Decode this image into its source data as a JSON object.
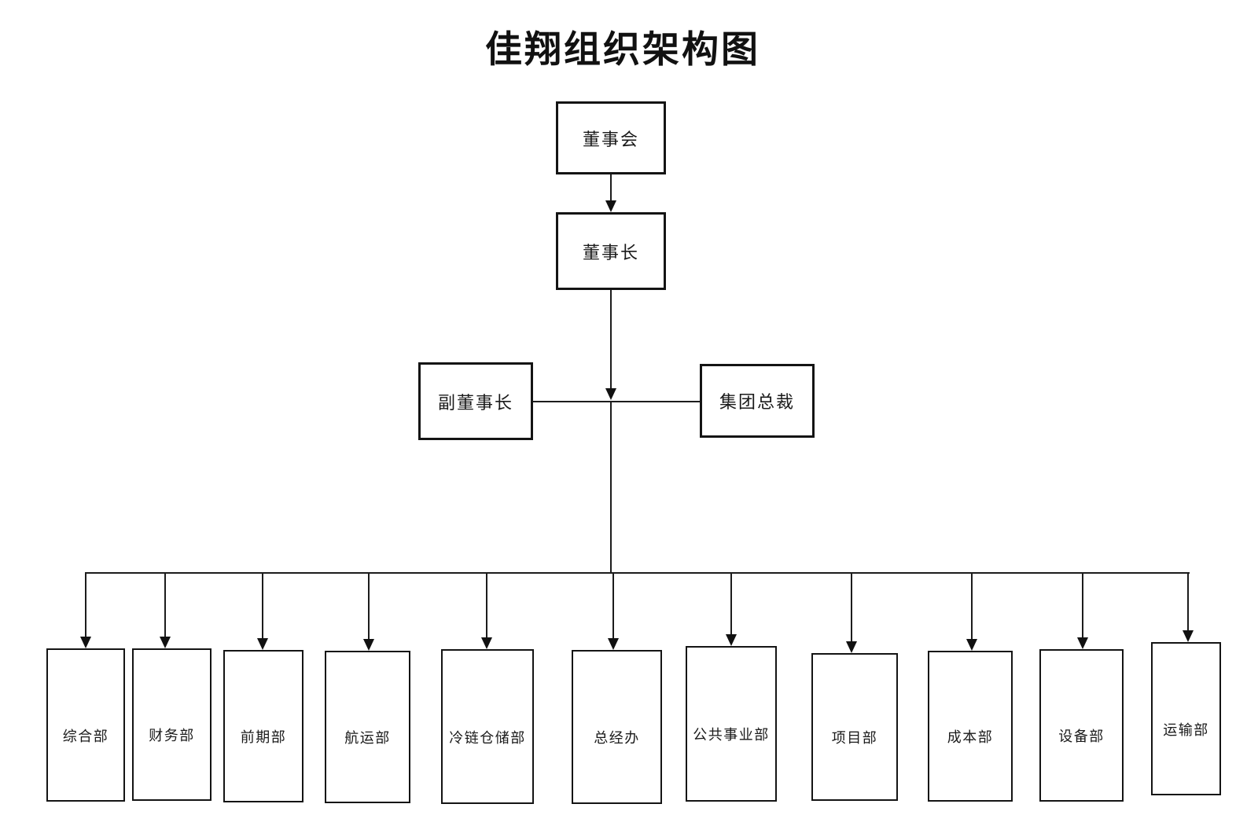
{
  "title": "佳翔组织架构图",
  "org": {
    "board": "董事会",
    "chairman": "董事长",
    "vice_chairman": "副董事长",
    "group_president": "集团总裁"
  },
  "departments": [
    {
      "label": "综合部"
    },
    {
      "label": "财务部"
    },
    {
      "label": "前期部"
    },
    {
      "label": "航运部"
    },
    {
      "label": "冷链仓储部"
    },
    {
      "label": "总经办"
    },
    {
      "label": "公共事业部"
    },
    {
      "label": "项目部"
    },
    {
      "label": "成本部"
    },
    {
      "label": "设备部"
    },
    {
      "label": "运输部"
    }
  ],
  "colors": {
    "line": "#1c1c1c",
    "border": "#141414",
    "background": "#ffffff",
    "text": "#1a1a1a"
  }
}
